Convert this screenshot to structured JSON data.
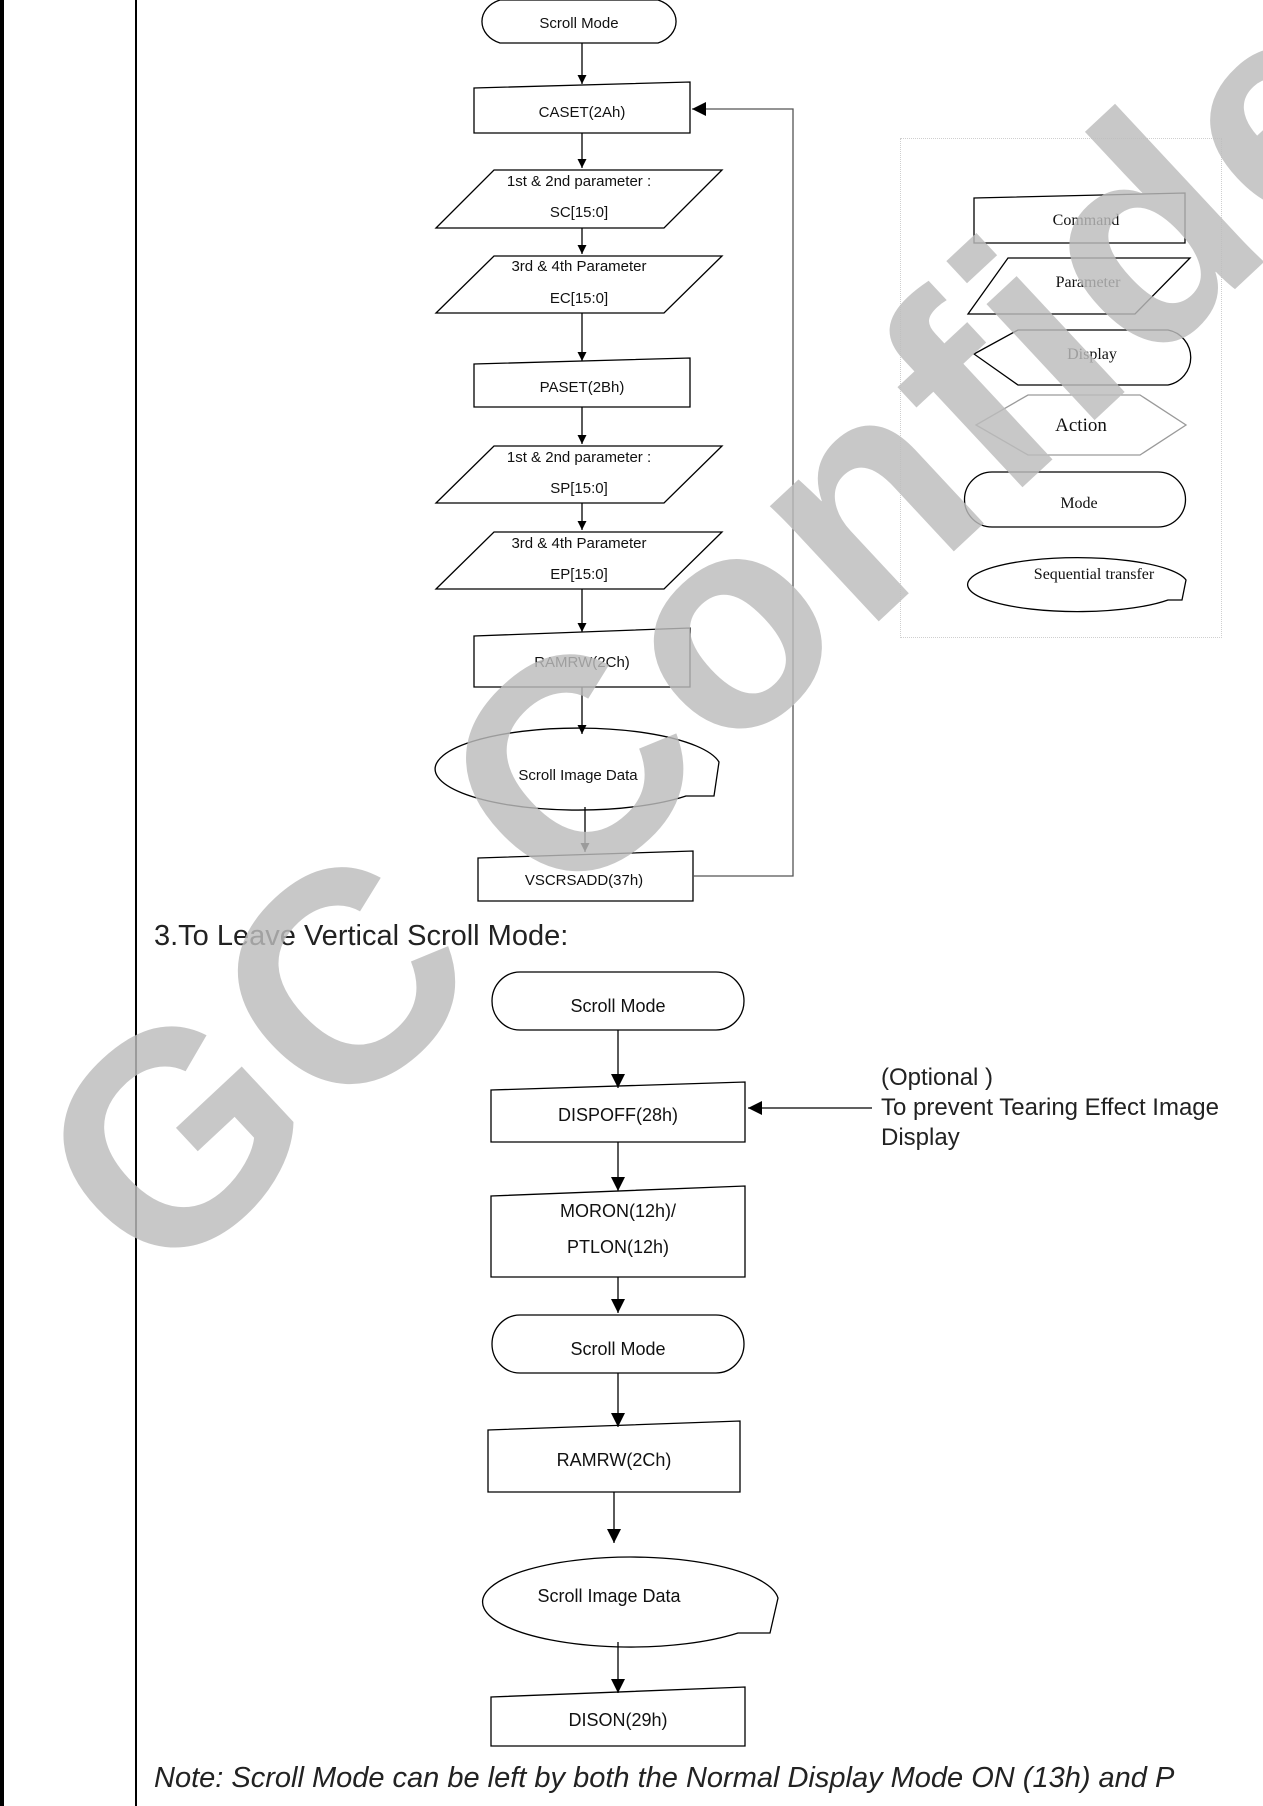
{
  "flow_top": {
    "start": "Scroll Mode",
    "caset": "CASET(2Ah)",
    "caset_p1_line1": "1st & 2nd parameter :",
    "caset_p1_line2": "SC[15:0]",
    "caset_p2_line1": "3rd & 4th Parameter",
    "caset_p2_line2": "EC[15:0]",
    "paset": "PASET(2Bh)",
    "paset_p1_line1": "1st & 2nd parameter :",
    "paset_p1_line2": "SP[15:0]",
    "paset_p2_line1": "3rd & 4th Parameter",
    "paset_p2_line2": "EP[15:0]",
    "ramrw": "RAMRW(2Ch)",
    "image_data": "Scroll Image Data",
    "vscrsadd": "VSCRSADD(37h)"
  },
  "legend": {
    "command": "Command",
    "parameter": "Parameter",
    "display": "Display",
    "action": "Action",
    "mode": "Mode",
    "sequential": "Sequential transfer"
  },
  "section_heading": "3.To Leave Vertical Scroll Mode:",
  "flow_bottom": {
    "start": "Scroll Mode",
    "dispoff": "DISPOFF(28h)",
    "moron_line1": "MORON(12h)/",
    "moron_line2": "PTLON(12h)",
    "mode": "Scroll Mode",
    "ramrw": "RAMRW(2Ch)",
    "image_data": "Scroll Image Data",
    "dison": "DISON(29h)"
  },
  "optional_note": {
    "line1": "(Optional )",
    "line2": "To prevent Tearing Effect Image",
    "line3": "Display"
  },
  "footnote": "Note: Scroll Mode can be left by both the Normal Display Mode ON (13h) and P",
  "watermark": "GC Confident"
}
